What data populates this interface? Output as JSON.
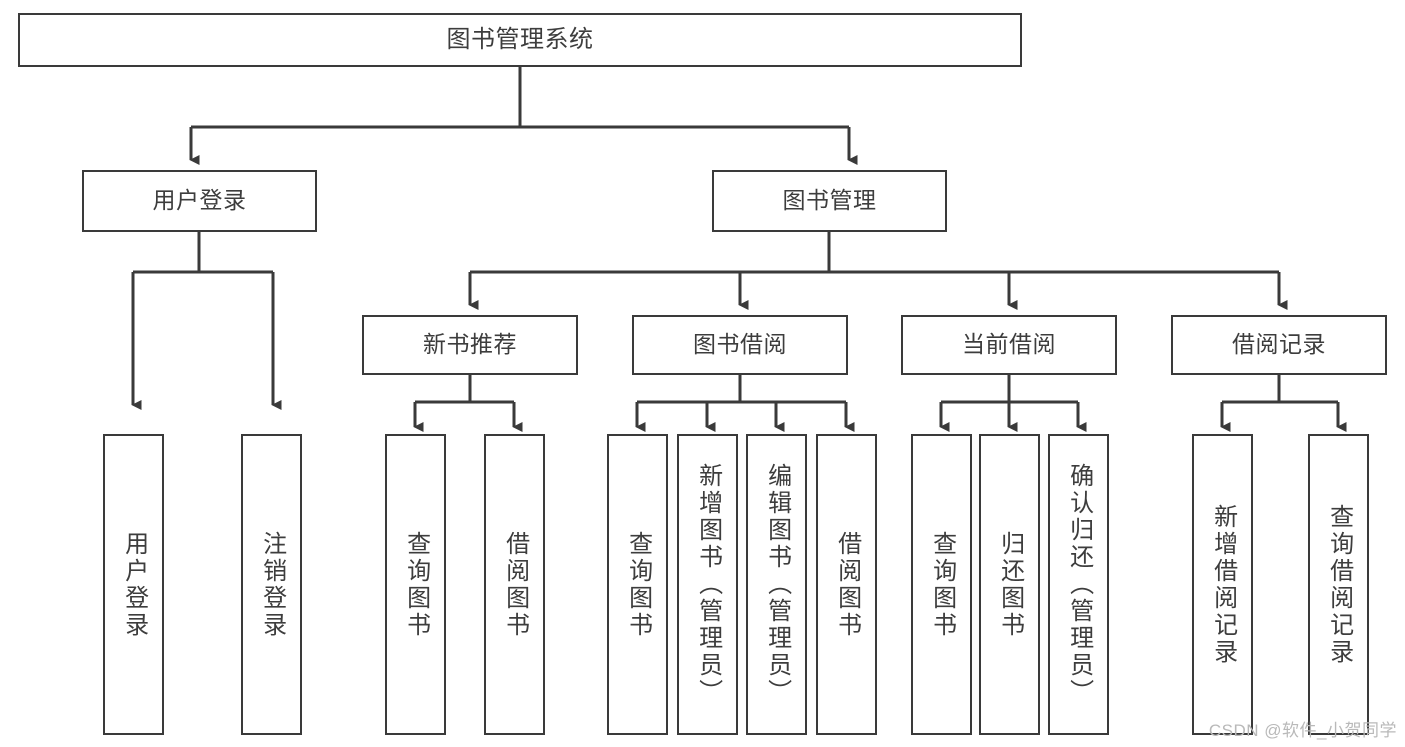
{
  "diagram": {
    "title": "图书管理系统",
    "watermark": "CSDN @软件_小贺同学",
    "edge_color": "#3a3a3a",
    "node_border_color": "#3a3a3a",
    "node_fill_color": "#ffffff",
    "text_color": "#3d3d3d"
  },
  "nodes": {
    "root": {
      "label": "图书管理系统"
    },
    "level2": [
      {
        "label": "用户登录"
      },
      {
        "label": "图书管理"
      }
    ],
    "level3": [
      {
        "label": "新书推荐"
      },
      {
        "label": "图书借阅"
      },
      {
        "label": "当前借阅"
      },
      {
        "label": "借阅记录"
      }
    ],
    "leaves": {
      "user_login": [
        {
          "label": "用户登录"
        },
        {
          "label": "注销登录"
        }
      ],
      "new_book": [
        {
          "label": "查询图书"
        },
        {
          "label": "借阅图书"
        }
      ],
      "book_borrow": [
        {
          "label": "查询图书"
        },
        {
          "label": "新增图书（管理员）"
        },
        {
          "label": "编辑图书（管理员）"
        },
        {
          "label": "借阅图书"
        }
      ],
      "current_borrow": [
        {
          "label": "查询图书"
        },
        {
          "label": "归还图书"
        },
        {
          "label": "确认归还（管理员）"
        }
      ],
      "borrow_record": [
        {
          "label": "新增借阅记录"
        },
        {
          "label": "查询借阅记录"
        }
      ]
    }
  }
}
